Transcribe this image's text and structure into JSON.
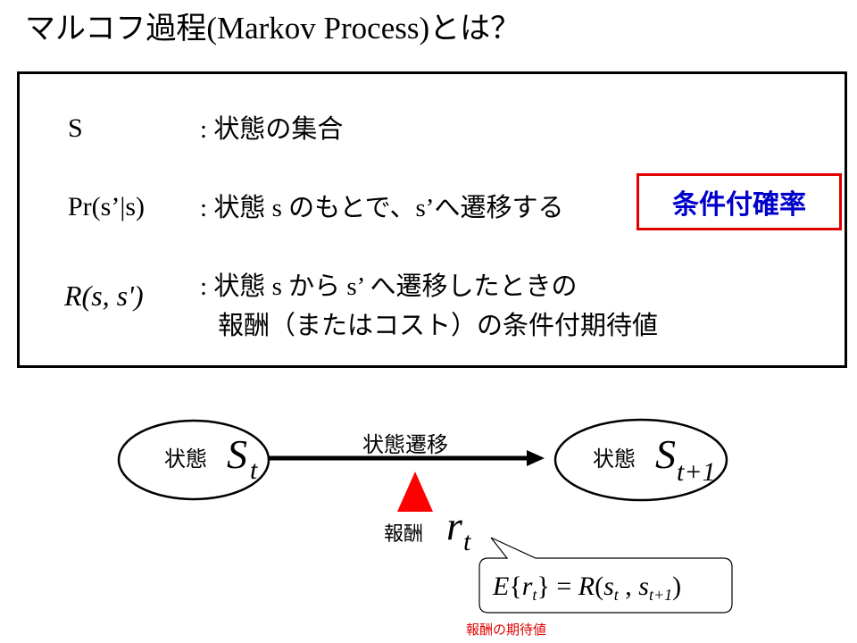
{
  "title": {
    "prefix": "マルコフ過程",
    "english": "(Markov Process)",
    "suffix": "とは？"
  },
  "definitions": [
    {
      "symbol": "S",
      "colon": ": ",
      "text": "状態の集合"
    },
    {
      "symbol": "Pr(s’|s)",
      "colon": ": ",
      "text_a": "状態",
      "s1": " s ",
      "text_b": "のもとで、",
      "s2": "s’",
      "text_c": "へ遷移する"
    },
    {
      "symbol": "R(s, s')",
      "colon": ": ",
      "text_a": "状態",
      "s1": " s ",
      "text_b": "から",
      "s2": " s’ ",
      "text_c": "へ遷移したときの",
      "line2": "報酬（またはコスト）の条件付期待値"
    }
  ],
  "highlight": {
    "text": "条件付確率",
    "border_color": "#e00000",
    "text_color": "#0000cc"
  },
  "diagram": {
    "state_left": {
      "label": "状態",
      "symbol": "S",
      "subscript": "t"
    },
    "state_right": {
      "label": "状態",
      "symbol": "S",
      "subscript": "t+1"
    },
    "transition_label": "状態遷移",
    "reward_label": "報酬",
    "reward_symbol": "r",
    "reward_subscript": "t",
    "triangle_color": "#ff0000",
    "formula": {
      "E": "E",
      "open": "{",
      "r": "r",
      "rsub": "t",
      "close": "}",
      "eq": " = ",
      "R": "R",
      "lp": "(",
      "s1": "s",
      "s1sub": "t",
      "comma": " , ",
      "s2": "s",
      "s2sub": "t+1",
      "rp": ")"
    },
    "note": "報酬の期待値"
  }
}
